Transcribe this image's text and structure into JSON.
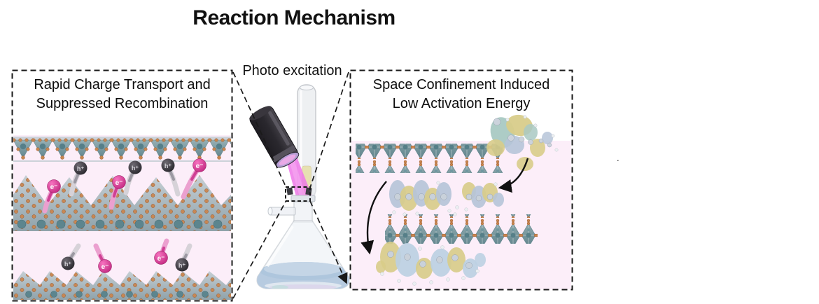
{
  "title": "Reaction Mechanism",
  "center": {
    "caption": "Photo excitation"
  },
  "left_panel": {
    "caption_line1": "Rapid Charge Transport and",
    "caption_line2": "Suppressed Recombination",
    "electron_label": "e⁻",
    "hole_label": "h⁺"
  },
  "right_panel": {
    "caption_line1": "Space Confinement Induced",
    "caption_line2": "Low Activation Energy"
  },
  "stray_mark": ".",
  "colors": {
    "panel_bg": "#fceef9",
    "dash_line": "#1a1a1a",
    "beam_magenta": "#ee7ce8",
    "electron_pink": "#c9267f",
    "hole_dark": "#2b2b31",
    "lattice_teal": "#6f9198",
    "atom_orange": "#c9854f",
    "orbital_yellow": "#d8cc8a",
    "orbital_blue": "#b6c4d8",
    "orbital_teal": "#a9c9c3",
    "liquid_blue": "#b7cbe0"
  }
}
